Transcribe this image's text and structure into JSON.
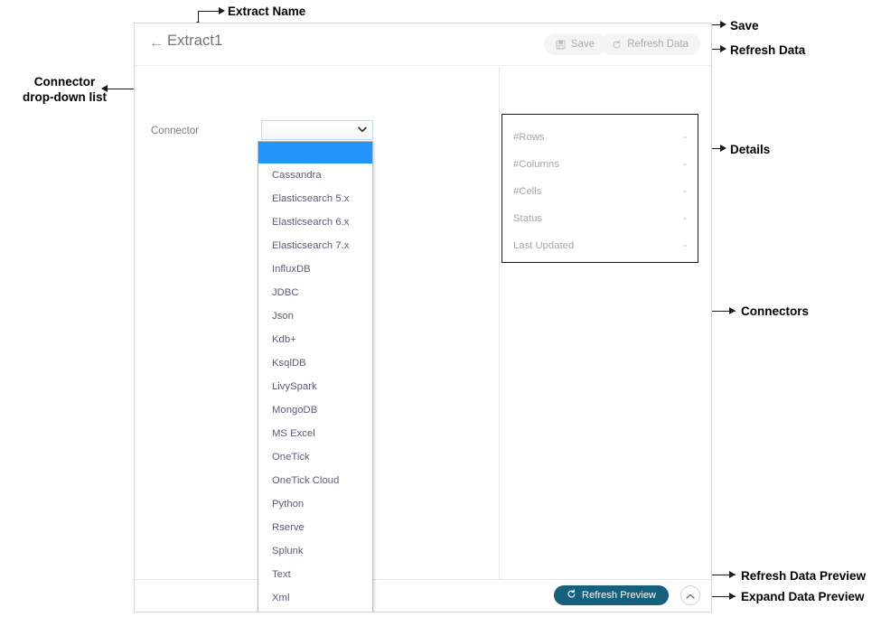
{
  "app": {
    "title": "Extract1",
    "back_icon": "back-arrow-icon",
    "toolbar": {
      "save_label": "Save",
      "save_icon": "save-disk-icon",
      "refresh_data_label": "Refresh Data",
      "refresh_data_icon": "refresh-circular-arrow-icon"
    },
    "connector": {
      "label": "Connector",
      "selected_value": "",
      "chevron_icon": "chevron-down-icon",
      "options": [
        "",
        "Cassandra",
        "Elasticsearch 5.x",
        "Elasticsearch 6.x",
        "Elasticsearch 7.x",
        "InfluxDB",
        "JDBC",
        "Json",
        "Kdb+",
        "KsqlDB",
        "LivySpark",
        "MongoDB",
        "MS Excel",
        "OneTick",
        "OneTick Cloud",
        "Python",
        "Rserve",
        "Splunk",
        "Text",
        "Xml"
      ]
    },
    "details": {
      "rows": [
        {
          "label": "#Rows",
          "value": "-"
        },
        {
          "label": "#Columns",
          "value": "-"
        },
        {
          "label": "#Cells",
          "value": "-"
        },
        {
          "label": "Status",
          "value": "-"
        },
        {
          "label": "Last Updated",
          "value": "-"
        }
      ]
    },
    "footer": {
      "refresh_preview_label": "Refresh Preview",
      "refresh_preview_icon": "refresh-circular-arrow-icon",
      "expand_icon": "chevron-up-icon"
    }
  },
  "annotations": {
    "extract_name": "Extract Name",
    "save": "Save",
    "refresh_data": "Refresh Data",
    "details": "Details",
    "connectors": "Connectors",
    "connector_dropdown_list": "Connector\ndrop-down list",
    "refresh_data_preview": "Refresh Data Preview",
    "expand_data_preview": "Expand Data Preview"
  },
  "colors": {
    "accent_blue": "#2094f8",
    "primary_button": "#15607c",
    "select_border": "#c3ddf5"
  }
}
